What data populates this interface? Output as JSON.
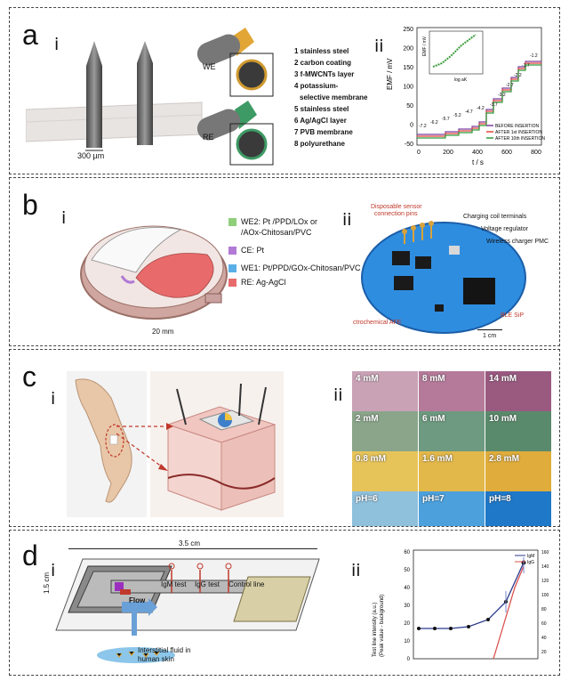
{
  "panel_a": {
    "label": "a",
    "sub_i": "i",
    "sub_ii": "ii",
    "scale": "300 µm",
    "we": "WE",
    "re": "RE",
    "layers": [
      "1 stainless steel",
      "2 carbon coating",
      "3 f-MWCNTs layer",
      "4 potassium-",
      "selective membrane",
      "5 stainless steel",
      "6 Ag/AgCl layer",
      "7 PVB membrane",
      "8 polyurethane"
    ],
    "chart": {
      "ylabel": "EMF / mV",
      "xlabel": "t / s",
      "yticks": [
        "250",
        "200",
        "150",
        "100",
        "50",
        "0",
        "-50"
      ],
      "xticks": [
        "0",
        "200",
        "400",
        "600",
        "800"
      ],
      "step_labels_left": [
        "-7.2",
        "-6.2",
        "-5.7",
        "-5.2",
        "-4.7",
        "-4.2"
      ],
      "step_labels_right": [
        "-3.7",
        "-3.2",
        "-2.7",
        "-2.2",
        "-1.7",
        "-1.2"
      ],
      "legend": [
        "BEFORE INSERTION",
        "AFTER 1st INSERTION",
        "AFTER 10th INSERTION"
      ],
      "inset_ylabel": "EMF / mV",
      "inset_xlabel": "log aK",
      "colors": {
        "before": "#7b3fa0",
        "after1": "#e0453a",
        "after10": "#2f9a3c"
      }
    }
  },
  "panel_b": {
    "label": "b",
    "sub_i": "i",
    "sub_ii": "ii",
    "legend": [
      {
        "text": "WE2: Pt /PPD/LOx or",
        "color": "#8fcf7a"
      },
      {
        "text": "/AOx-Chitosan/PVC",
        "color": ""
      },
      {
        "text": "CE: Pt",
        "color": "#b07ad6"
      },
      {
        "text": "WE1: Pt/PPD/GOx-Chitosan/PVC",
        "color": "#5ab0e6"
      },
      {
        "text": "RE: Ag-AgCl",
        "color": "#e86b6b"
      }
    ],
    "scale": "20 mm",
    "board_labels": [
      "Disposable sensor",
      "connection pins",
      "Charging coil terminals",
      "Voltage regulator",
      "Wireless charger PMC",
      "ctrochemical AFE",
      "BLE SiP",
      "1 cm"
    ]
  },
  "panel_c": {
    "label": "c",
    "sub_i": "i",
    "sub_ii": "ii",
    "grid": [
      {
        "text": "4 mM",
        "color": "#c9a2b6"
      },
      {
        "text": "8 mM",
        "color": "#b57a9a"
      },
      {
        "text": "14 mM",
        "color": "#9a5a80"
      },
      {
        "text": "2 mM",
        "color": "#8aa58a"
      },
      {
        "text": "6 mM",
        "color": "#6d9a80"
      },
      {
        "text": "10 mM",
        "color": "#5a8a6c"
      },
      {
        "text": "0.8 mM",
        "color": "#e7c45a"
      },
      {
        "text": "1.6 mM",
        "color": "#e3b84a"
      },
      {
        "text": "2.8 mM",
        "color": "#e0ad3c"
      },
      {
        "text": "pH=6",
        "color": "#8fc0dc"
      },
      {
        "text": "pH=7",
        "color": "#4ca0dc"
      },
      {
        "text": "pH=8",
        "color": "#1f78c8"
      }
    ]
  },
  "panel_d": {
    "label": "d",
    "sub_i": "i",
    "sub_ii": "ii",
    "width_label": "3.5 cm",
    "height_label": "1.5 cm",
    "flow": "Flow",
    "tests": [
      "IgM test",
      "IgG test",
      "Control line"
    ],
    "fluid": [
      "Interstitial fluid in",
      "human skin"
    ],
    "chart": {
      "ylabel": [
        "Test line intensity (a.u.)",
        "(Peak value - background)"
      ],
      "yticks": [
        "60",
        "50",
        "40",
        "30",
        "20",
        "10",
        "0"
      ],
      "yticks_right": [
        "160",
        "140",
        "120",
        "100",
        "80",
        "60",
        "40",
        "20"
      ],
      "legend": [
        "IgM",
        "IgG"
      ]
    }
  }
}
